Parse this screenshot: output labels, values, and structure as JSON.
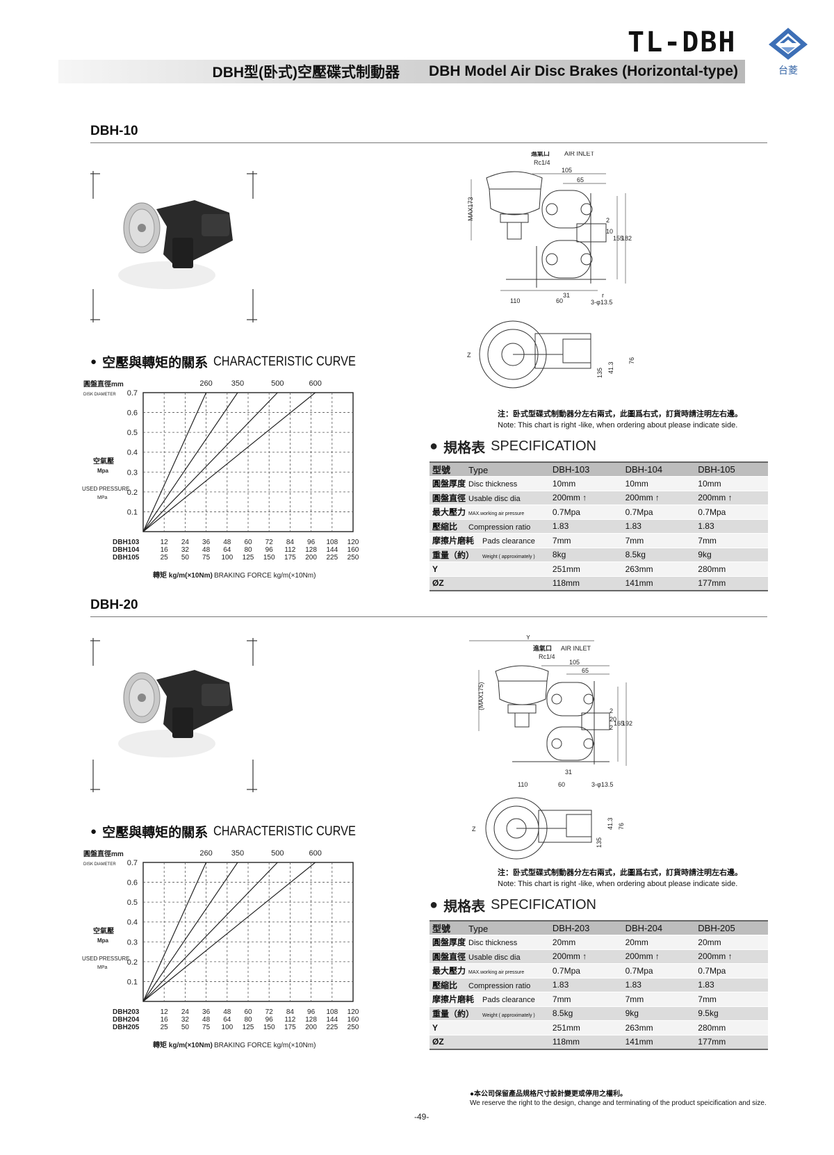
{
  "header": {
    "brand_code": "TL-DBH",
    "logo_text": "台菱",
    "title_zh": "DBH型(卧式)空壓碟式制動器",
    "title_en": "DBH Model Air Disc Brakes (Horizontal-type)"
  },
  "sections": [
    {
      "name": "DBH-10",
      "curve_heading_zh": "空壓與轉矩的關系",
      "curve_heading_en": "CHARACTERISTIC CURVE",
      "drawing": {
        "air_inlet_zh": "進氣口",
        "air_inlet_en": "AIR INLET",
        "rc": "Rc1/4",
        "dims": [
          "105",
          "65",
          "MAX173",
          "2",
          "10",
          "155",
          "182",
          "110",
          "60",
          "31",
          "r",
          "3-φ13.5",
          "Z",
          "135",
          "41.3",
          "76"
        ]
      },
      "note_zh": "注：卧式型碟式制動器分左右兩式，此圖爲右式，訂貨時請注明左右邊。",
      "note_en": "Note: This chart is right -like, when ordering about please indicate side.",
      "spec_heading_zh": "規格表",
      "spec_heading_en": "SPECIFICATION",
      "spec": {
        "header": {
          "zh": "型號",
          "en": "Type",
          "models": [
            "DBH-103",
            "DBH-104",
            "DBH-105"
          ]
        },
        "rows": [
          {
            "zh": "圓盤厚度",
            "en": "Disc thickness",
            "values": [
              "10mm",
              "10mm",
              "10mm"
            ]
          },
          {
            "zh": "圓盤直徑",
            "en": "Usable disc dia",
            "values": [
              "200mm ↑",
              "200mm ↑",
              "200mm ↑"
            ]
          },
          {
            "zh": "最大壓力",
            "en": "MAX.working air pressure",
            "values": [
              "0.7Mpa",
              "0.7Mpa",
              "0.7Mpa"
            ]
          },
          {
            "zh": "壓縮比",
            "en": "Compression ratio",
            "values": [
              "1.83",
              "1.83",
              "1.83"
            ]
          },
          {
            "zh": "摩擦片磨耗",
            "en": "Pads clearance",
            "values": [
              "7mm",
              "7mm",
              "7mm"
            ]
          },
          {
            "zh": "重量（約）",
            "en": "Weight ( approximately )",
            "values": [
              "8kg",
              "8.5kg",
              "9kg"
            ]
          },
          {
            "zh": "Y",
            "en": "",
            "values": [
              "251mm",
              "263mm",
              "280mm"
            ]
          },
          {
            "zh": "ØZ",
            "en": "",
            "values": [
              "118mm",
              "141mm",
              "177mm"
            ]
          }
        ]
      }
    },
    {
      "name": "DBH-20",
      "curve_heading_zh": "空壓與轉矩的關系",
      "curve_heading_en": "CHARACTERISTIC CURVE",
      "drawing": {
        "air_inlet_zh": "進氣口",
        "air_inlet_en": "AIR INLET",
        "rc": "Rc1/4",
        "dims": [
          "Y",
          "105",
          "65",
          "(MAX175)",
          "2",
          "20",
          "2",
          "165",
          "192",
          "110",
          "60",
          "31",
          "3-φ13.5",
          "Z",
          "135",
          "41.3",
          "76"
        ]
      },
      "note_zh": "注：卧式型碟式制動器分左右兩式，此圖爲右式，訂貨時請注明左右邊。",
      "note_en": "Note: This chart is right -like, when ordering about please indicate side.",
      "spec_heading_zh": "規格表",
      "spec_heading_en": "SPECIFICATION",
      "spec": {
        "header": {
          "zh": "型號",
          "en": "Type",
          "models": [
            "DBH-203",
            "DBH-204",
            "DBH-205"
          ]
        },
        "rows": [
          {
            "zh": "圓盤厚度",
            "en": "Disc thickness",
            "values": [
              "20mm",
              "20mm",
              "20mm"
            ]
          },
          {
            "zh": "圓盤直徑",
            "en": "Usable disc dia",
            "values": [
              "200mm ↑",
              "200mm ↑",
              "200mm ↑"
            ]
          },
          {
            "zh": "最大壓力",
            "en": "MAX.working air pressure",
            "values": [
              "0.7Mpa",
              "0.7Mpa",
              "0.7Mpa"
            ]
          },
          {
            "zh": "壓縮比",
            "en": "Compression ratio",
            "values": [
              "1.83",
              "1.83",
              "1.83"
            ]
          },
          {
            "zh": "摩擦片磨耗",
            "en": "Pads clearance",
            "values": [
              "7mm",
              "7mm",
              "7mm"
            ]
          },
          {
            "zh": "重量（約）",
            "en": "Weight ( approximately )",
            "values": [
              "8.5kg",
              "9kg",
              "9.5kg"
            ]
          },
          {
            "zh": "Y",
            "en": "",
            "values": [
              "251mm",
              "263mm",
              "280mm"
            ]
          },
          {
            "zh": "ØZ",
            "en": "",
            "values": [
              "118mm",
              "141mm",
              "177mm"
            ]
          }
        ]
      }
    }
  ],
  "chart_data": [
    {
      "type": "line",
      "title": "",
      "ylabel_zh": "空氣壓",
      "ylabel_unit": "Mpa",
      "ylabel_en": "USED PRESSURE",
      "ylabel_en_unit": "MPa",
      "top_axis_label_zh": "圓盤直徑mm",
      "top_axis_label_en": "DISK DIAMETER",
      "yticks": [
        "0.7",
        "0.6",
        "0.5",
        "0.4",
        "0.3",
        "0.2",
        "0.1"
      ],
      "ylim": [
        0,
        0.7
      ],
      "x_index_lim": [
        0,
        10
      ],
      "grid": true,
      "series": [
        {
          "name": "260",
          "x_index_at_max_pressure": 3.0,
          "values": [
            0,
            0.7
          ]
        },
        {
          "name": "350",
          "x_index_at_max_pressure": 4.5,
          "values": [
            0,
            0.7
          ]
        },
        {
          "name": "500",
          "x_index_at_max_pressure": 6.4,
          "values": [
            0,
            0.7
          ]
        },
        {
          "name": "600",
          "x_index_at_max_pressure": 8.2,
          "values": [
            0,
            0.7
          ]
        }
      ],
      "x_rows": [
        {
          "name": "DBH103",
          "values": [
            "12",
            "24",
            "36",
            "48",
            "60",
            "72",
            "84",
            "96",
            "108",
            "120"
          ]
        },
        {
          "name": "DBH104",
          "values": [
            "16",
            "32",
            "48",
            "64",
            "80",
            "96",
            "112",
            "128",
            "144",
            "160"
          ]
        },
        {
          "name": "DBH105",
          "values": [
            "25",
            "50",
            "75",
            "100",
            "125",
            "150",
            "175",
            "200",
            "225",
            "250"
          ]
        }
      ],
      "xlabel_zh": "轉矩 kg/m(×10Nm)",
      "xlabel_en": "BRAKING FORCE kg/m(×10Nm)"
    },
    {
      "type": "line",
      "title": "",
      "ylabel_zh": "空氣壓",
      "ylabel_unit": "Mpa",
      "ylabel_en": "USED PRESSURE",
      "ylabel_en_unit": "MPa",
      "top_axis_label_zh": "圓盤直徑mm",
      "top_axis_label_en": "DISK DIAMETER",
      "yticks": [
        "0.7",
        "0.6",
        "0.5",
        "0.4",
        "0.3",
        "0.2",
        "0.1"
      ],
      "ylim": [
        0,
        0.7
      ],
      "x_index_lim": [
        0,
        10
      ],
      "grid": true,
      "series": [
        {
          "name": "260",
          "x_index_at_max_pressure": 3.0,
          "values": [
            0,
            0.7
          ]
        },
        {
          "name": "350",
          "x_index_at_max_pressure": 4.5,
          "values": [
            0,
            0.7
          ]
        },
        {
          "name": "500",
          "x_index_at_max_pressure": 6.4,
          "values": [
            0,
            0.7
          ]
        },
        {
          "name": "600",
          "x_index_at_max_pressure": 8.2,
          "values": [
            0,
            0.7
          ]
        }
      ],
      "x_rows": [
        {
          "name": "DBH203",
          "values": [
            "12",
            "24",
            "36",
            "48",
            "60",
            "72",
            "84",
            "96",
            "108",
            "120"
          ]
        },
        {
          "name": "DBH204",
          "values": [
            "16",
            "32",
            "48",
            "64",
            "80",
            "96",
            "112",
            "128",
            "144",
            "160"
          ]
        },
        {
          "name": "DBH205",
          "values": [
            "25",
            "50",
            "75",
            "100",
            "125",
            "150",
            "175",
            "200",
            "225",
            "250"
          ]
        }
      ],
      "xlabel_zh": "轉矩 kg/m(×10Nm)",
      "xlabel_en": "BRAKING FORCE kg/m(×10Nm)"
    }
  ],
  "footer": {
    "note_zh": "●本公司保留產品規格尺寸設計變更或停用之權利。",
    "note_en": "We reserve the right to the design, change and terminating of the product speicification and size.",
    "page": "-49-"
  }
}
